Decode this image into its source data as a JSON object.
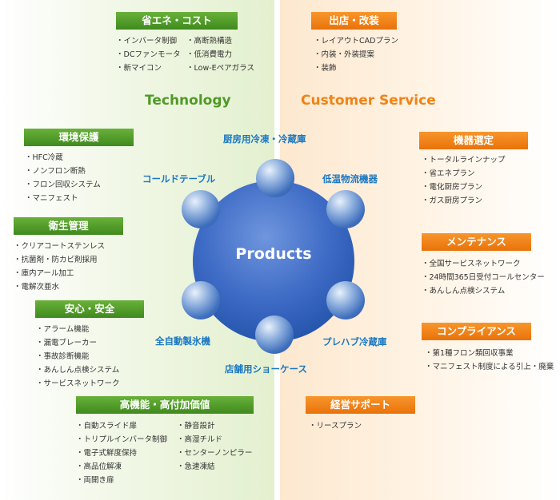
{
  "titles": {
    "technology": "Technology",
    "customer_service": "Customer Service"
  },
  "hub": {
    "label": "Products"
  },
  "nodes": {
    "top": "厨房用冷凍・冷蔵庫",
    "upper_left": "コールドテーブル",
    "upper_right": "低温物流機器",
    "lower_left": "全自動製氷機",
    "lower_right": "プレハブ冷蔵庫",
    "bottom": "店舗用ショーケース"
  },
  "left": {
    "energy": {
      "header": "省エネ・コスト",
      "col1": [
        "・インバータ制御",
        "・DCファンモータ",
        "・新マイコン"
      ],
      "col2": [
        "・高断熱構造",
        "・低消費電力",
        "・Low-Eペアガラス"
      ]
    },
    "env": {
      "header": "環境保護",
      "items": [
        "・HFC冷蔵",
        "・ノンフロン断熱",
        "・フロン回収システム",
        "・マニフェスト"
      ]
    },
    "hygiene": {
      "header": "衛生管理",
      "items": [
        "・クリアコートステンレス",
        "・抗菌剤・防カビ剤採用",
        "・庫内アール加工",
        "・電解次亜水"
      ]
    },
    "safety": {
      "header": "安心・安全",
      "items": [
        "・アラーム機能",
        "・漏電ブレーカー",
        "・事故診断機能",
        "・あんしん点検システム",
        "・サービスネットワーク"
      ]
    },
    "highfunc": {
      "header": "高機能・高付加価値",
      "col1": [
        "・自動スライド扉",
        "・トリプルインバータ制御",
        "・電子式鮮度保持",
        "・高品位解凍",
        "・両開き扉"
      ],
      "col2": [
        "・静音設計",
        "・高湿チルド",
        "・センターノンピラー",
        "・急速凍結"
      ]
    }
  },
  "right": {
    "store": {
      "header": "出店・改装",
      "items": [
        "・レイアウトCADプラン",
        "・内装・外装提案",
        "・装飾"
      ]
    },
    "equip": {
      "header": "機器選定",
      "items": [
        "・トータルラインナップ",
        "・省エネプラン",
        "・電化厨房プラン",
        "・ガス厨房プラン"
      ]
    },
    "maint": {
      "header": "メンテナンス",
      "items": [
        "・全国サービスネットワーク",
        "・24時間365日受付コールセンター",
        "・あんしん点検システム"
      ]
    },
    "comp": {
      "header": "コンプライアンス",
      "items": [
        "・第1種フロン類回収事業",
        "・マニフェスト制度による引上・廃棄"
      ]
    },
    "mgmt": {
      "header": "経営サポート",
      "items": [
        "・リースプラン"
      ]
    }
  },
  "colors": {
    "green": "#4f9a26",
    "orange": "#f08315",
    "blue_text": "#1a78c2",
    "hub": "#2d5db5"
  }
}
